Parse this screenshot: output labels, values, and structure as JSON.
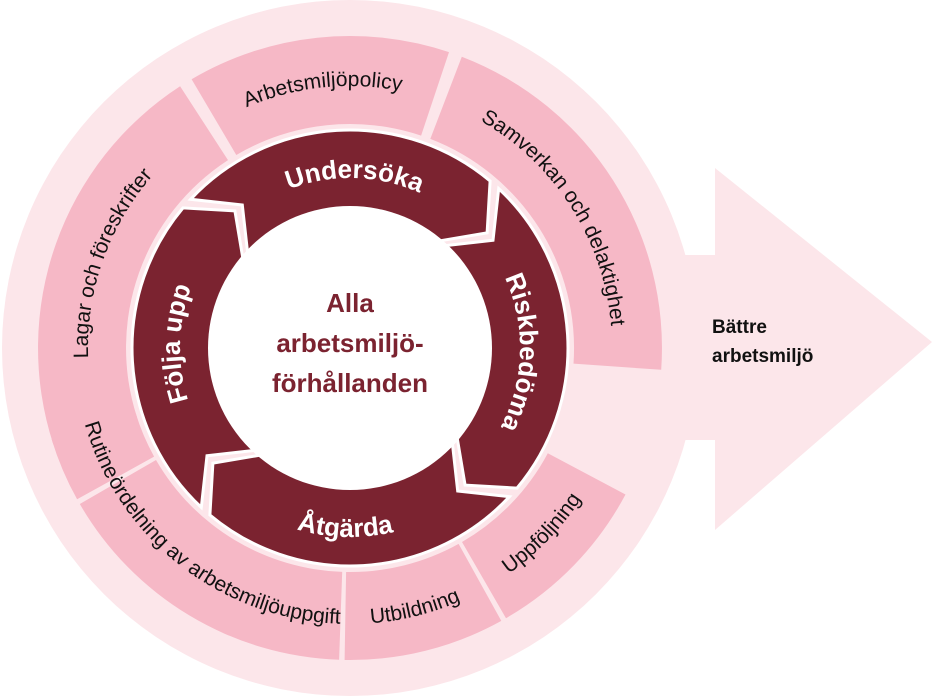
{
  "colors": {
    "halo": "#fce6ea",
    "segment": "#f6b8c6",
    "cycle": "#7b2330",
    "center": "#ffffff"
  },
  "outer_ring": [
    {
      "key": "lagar",
      "label": "Lagar och föreskrifter"
    },
    {
      "key": "policy",
      "label": "Arbetsmiljöpolicy"
    },
    {
      "key": "samverkan",
      "label": "Samverkan och delaktighet"
    },
    {
      "key": "rutiner",
      "label": "Rutiner"
    },
    {
      "key": "fordelning",
      "label": "Fördelning av arbetsmiljöuppgifter"
    },
    {
      "key": "utbildning",
      "label": "Utbildning"
    },
    {
      "key": "uppfoljning",
      "label": "Uppföljning"
    }
  ],
  "cycle": [
    {
      "key": "undersoka",
      "label": "Undersöka"
    },
    {
      "key": "riskbedoma",
      "label": "Riskbedöma"
    },
    {
      "key": "atgarda",
      "label": "Åtgärda"
    },
    {
      "key": "folja",
      "label": "Följa upp"
    }
  ],
  "center": {
    "lines": [
      "Alla",
      "arbetsmiljö-",
      "förhållanden"
    ]
  },
  "arrow": {
    "lines": [
      "Bättre",
      "arbetsmiljö"
    ]
  }
}
